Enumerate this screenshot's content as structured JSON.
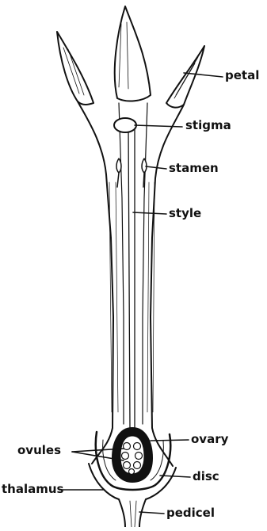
{
  "labels": {
    "petal": "petal",
    "stigma": "stigma",
    "stamen": "stamen",
    "style": "style",
    "ovules": "ovules",
    "ovary": "ovary",
    "disc": "disc",
    "thalamus": "thalamus",
    "pedicel": "pedicel"
  },
  "colors": {
    "ink": "#111111",
    "background": "#ffffff",
    "ovary_wall": "#111111",
    "ovule_fill": "#ffffff"
  }
}
